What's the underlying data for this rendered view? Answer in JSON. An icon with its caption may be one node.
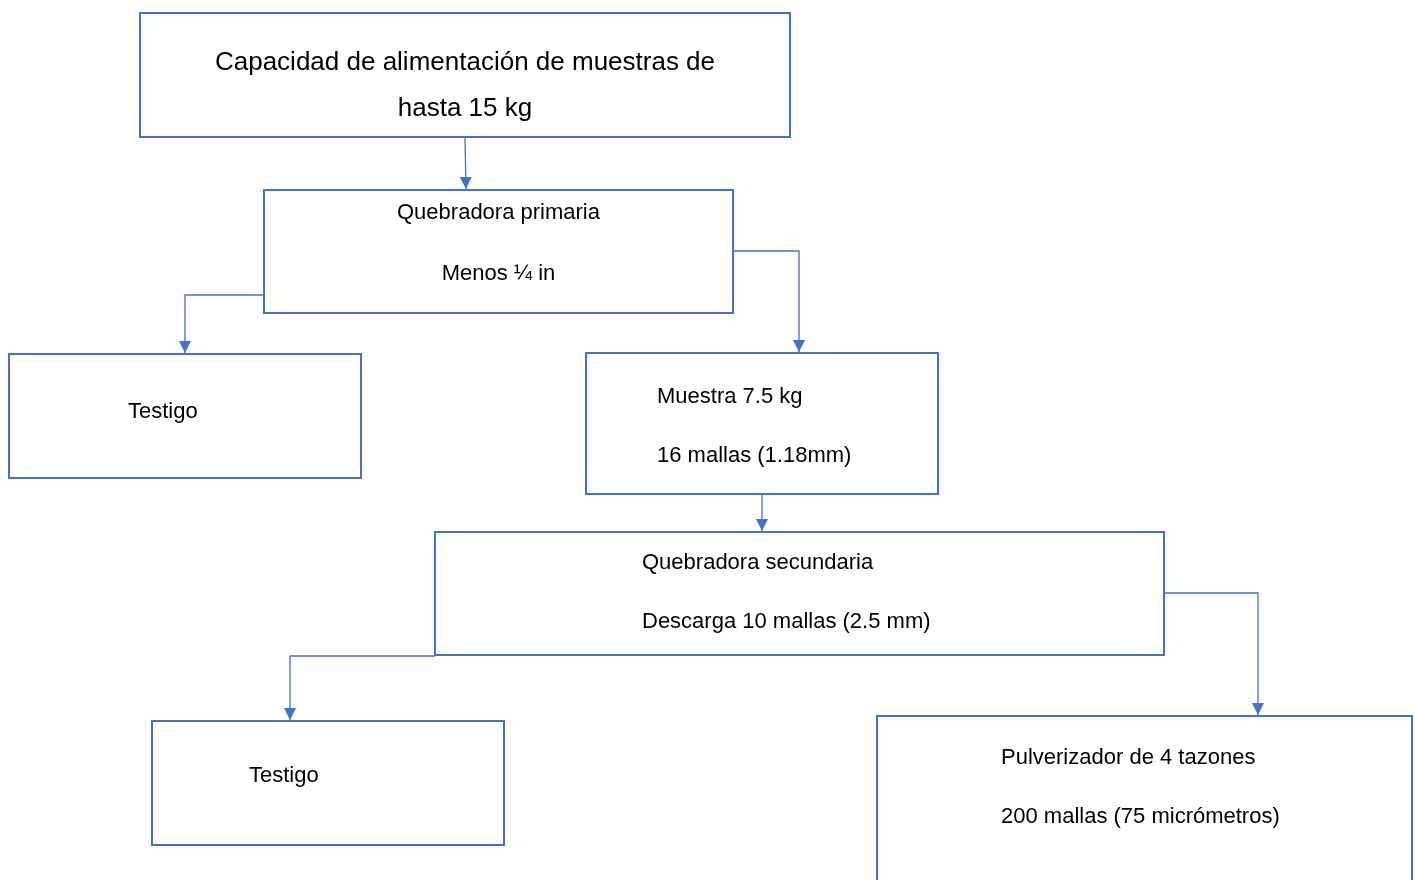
{
  "diagram": {
    "nodes": [
      {
        "text": [
          "Capacidad de alimentación de muestras de hasta 15 kg"
        ]
      },
      {
        "text": [
          "Quebradora primaria",
          "Menos ¼ in"
        ]
      },
      {
        "text": [
          "Testigo"
        ]
      },
      {
        "text": [
          "Muestra 7.5 kg",
          "16 mallas (1.18mm)"
        ]
      },
      {
        "text": [
          "Quebradora secundaria",
          "Descarga 10 mallas (2.5 mm)"
        ]
      },
      {
        "text": [
          "Testigo"
        ]
      },
      {
        "text": [
          "Pulverizador de 4 tazones",
          "200 mallas (75 micrómetros)"
        ]
      }
    ],
    "edges": [
      {
        "from": 0,
        "to": 1,
        "arrow": "to"
      },
      {
        "from": 1,
        "to": 2,
        "arrow": "to"
      },
      {
        "from": 1,
        "to": 3,
        "arrow": "to"
      },
      {
        "from": 3,
        "to": 4,
        "arrow": "to"
      },
      {
        "from": 4,
        "to": 5,
        "arrow": "to"
      },
      {
        "from": 4,
        "to": 6,
        "arrow": "to"
      }
    ]
  }
}
